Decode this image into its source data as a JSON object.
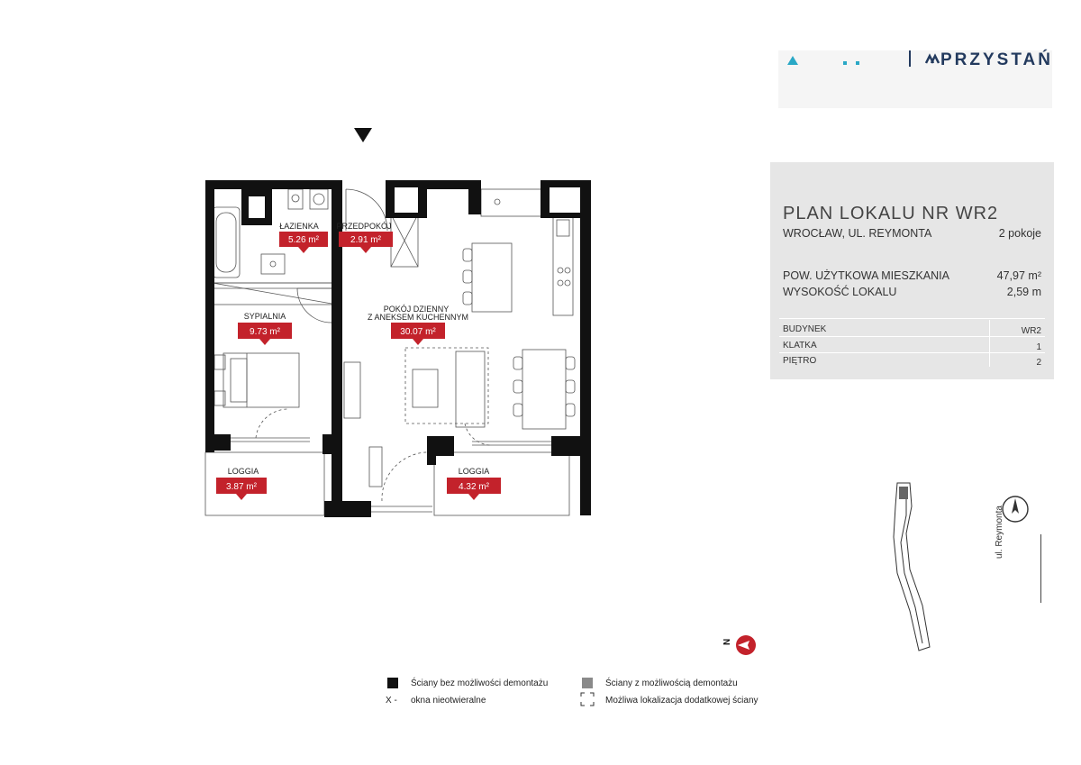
{
  "brand": {
    "name": "PRZYSTAŃ"
  },
  "panel": {
    "title": "PLAN LOKALU NR  WR2 1/2/5/2a",
    "city": "WROCŁAW, UL. REYMONTA",
    "rooms_count": "2 pokoje",
    "area_label": "POW. UŻYTKOWA MIESZKANIA",
    "area_value": "47,97 m²",
    "height_label": "WYSOKOŚĆ LOKALU",
    "height_value": "2,59 m",
    "details": [
      {
        "label": "BUDYNEK",
        "value": "WR2"
      },
      {
        "label": "KLATKA",
        "value": "1"
      },
      {
        "label": "PIĘTRO",
        "value": "2"
      }
    ]
  },
  "rooms": {
    "lazienka": {
      "name": "ŁAZIENKA",
      "area": "5.26 m²"
    },
    "przedpokoj": {
      "name": "PRZEDPOKÓJ",
      "area": "2.91 m²"
    },
    "pokoj": {
      "name1": "POKÓJ DZIENNY",
      "name2": "Z ANEKSEM KUCHENNYM",
      "area": "30.07 m²"
    },
    "sypialnia": {
      "name": "SYPIALNIA",
      "area": "9.73 m²"
    },
    "loggia1": {
      "name": "LOGGIA",
      "area": "3.87 m²"
    },
    "loggia2": {
      "name": "LOGGIA",
      "area": "4.32 m²"
    }
  },
  "map": {
    "street": "ul. Reymonta"
  },
  "compass": {
    "north": "N"
  },
  "legend": {
    "fixed_walls": "Ściany bez możliwości demontażu",
    "removable_walls": "Ściany z możliwością demontażu",
    "x_symbol": "X -",
    "fixed_windows": "okna nieotwieralne",
    "extra_wall": "Możliwa lokalizacja dodatkowej ściany"
  },
  "colors": {
    "label_red": "#c3222b",
    "wall": "#111111",
    "panel_bg": "#e6e6e6",
    "brand_blue": "#233a5e"
  }
}
